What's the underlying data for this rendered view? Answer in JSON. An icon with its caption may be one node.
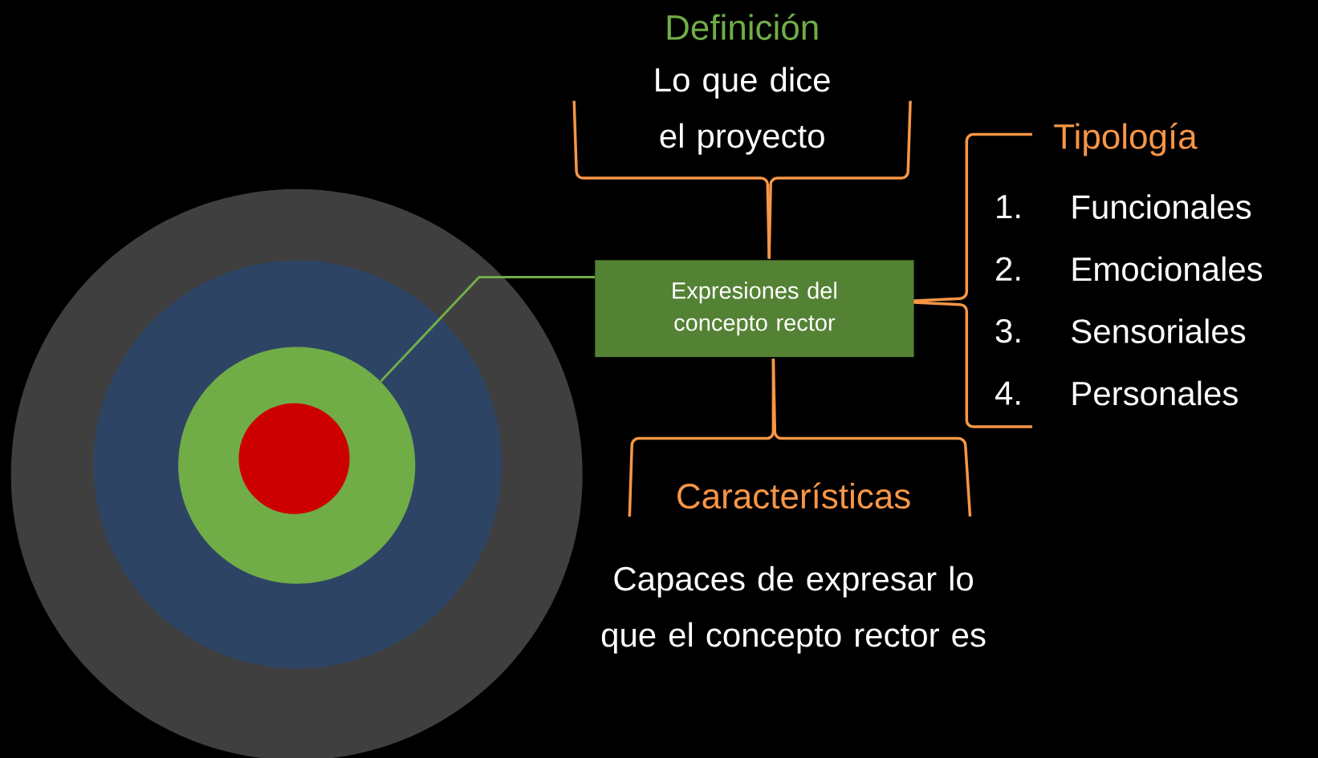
{
  "diagram": {
    "nodes": [
      {
        "text": [],
        "shape": "circle"
      },
      {
        "text": [],
        "shape": "circle",
        "in": 0
      },
      {
        "text": [],
        "shape": "circle",
        "in": 1
      },
      {
        "text": [],
        "shape": "circle",
        "in": 2
      },
      {
        "text": [
          "Expresiones del concepto rector"
        ]
      }
    ],
    "edges": [
      {
        "from": 2,
        "to": 4,
        "arrow": "none"
      }
    ],
    "labels": [
      "Definición",
      "Lo que dice el proyecto",
      "Tipología",
      "1.",
      "Funcionales",
      "2.",
      "Emocionales",
      "3.",
      "Sensoriales",
      "4.",
      "Personales",
      "Características",
      "Capaces de expresar lo que el concepto rector es"
    ]
  }
}
